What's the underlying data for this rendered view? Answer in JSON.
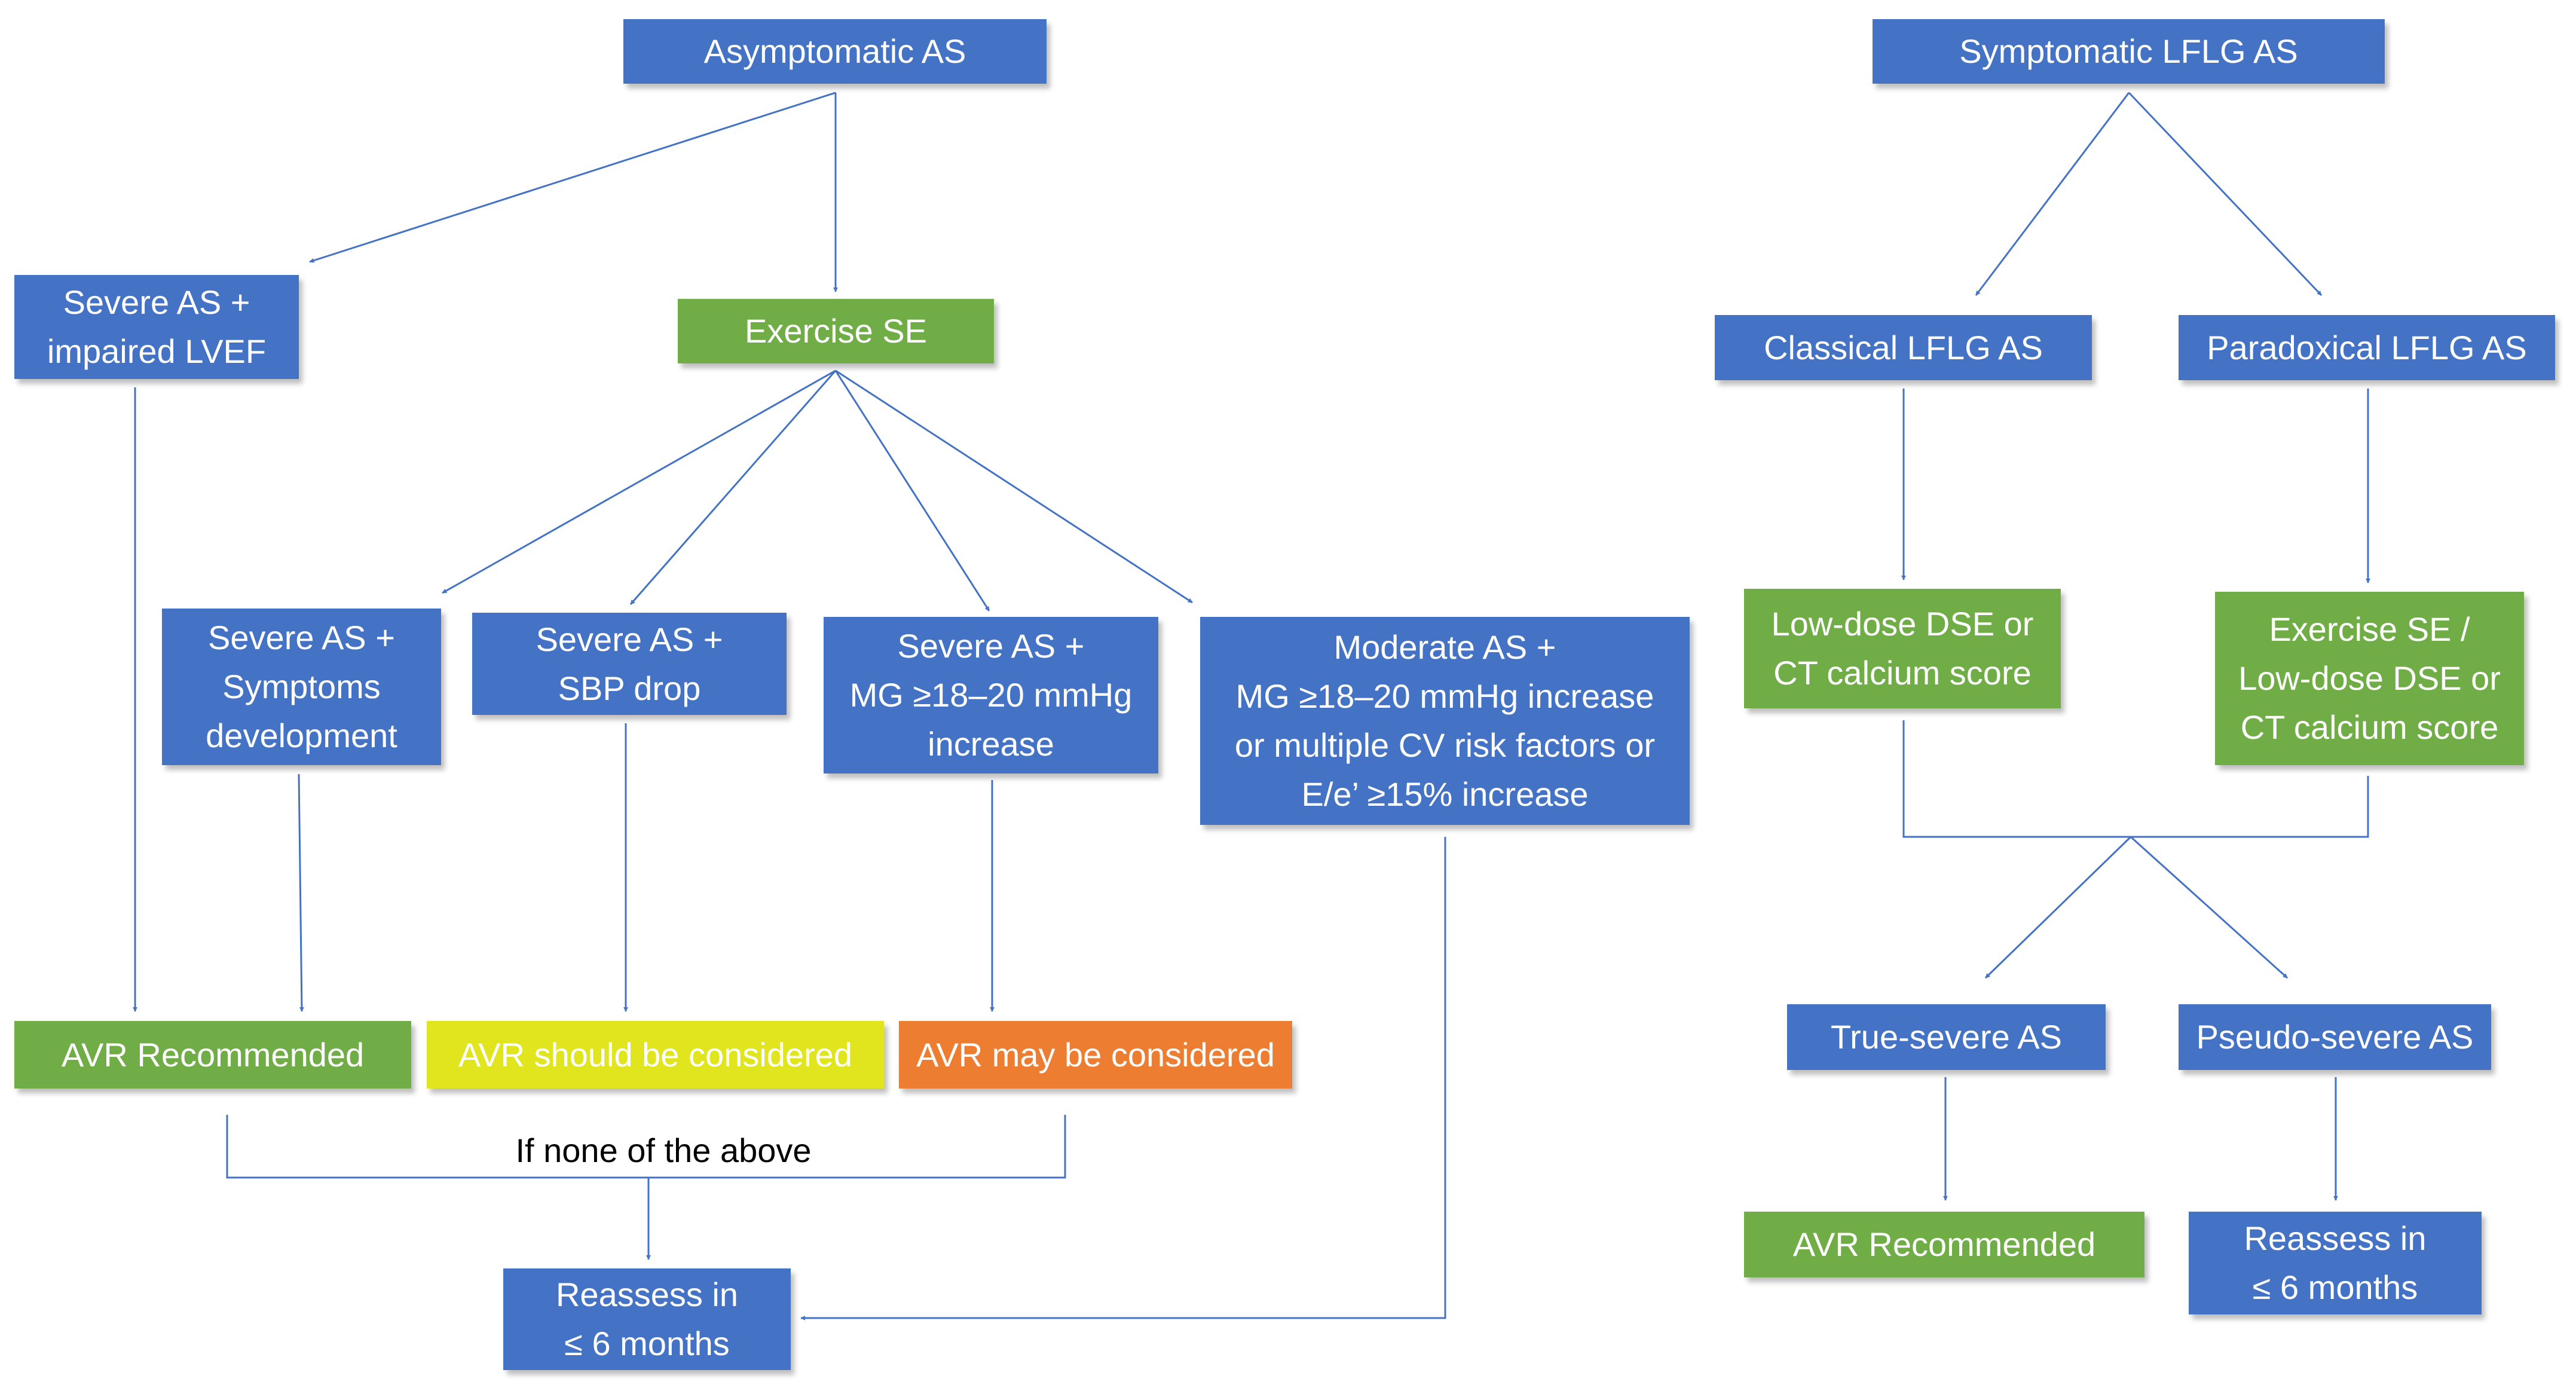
{
  "colors": {
    "blue": "#4472C4",
    "green": "#70AD47",
    "yellow": "#E1E51D",
    "orange": "#ED7D31",
    "connector": "#4472C4"
  },
  "left": {
    "root": "Asymptomatic AS",
    "severe_lvef": "Severe AS +\nimpaired LVEF",
    "exercise_se": "Exercise SE",
    "severe_symptoms": "Severe AS +\nSymptoms\ndevelopment",
    "severe_sbp": "Severe AS +\nSBP drop",
    "severe_mg": "Severe AS +\nMG ≥18–20 mmHg\nincrease",
    "moderate": "Moderate AS +\nMG ≥18–20 mmHg increase\nor multiple CV risk factors or\nE/e’ ≥15% increase",
    "avr_recommended": "AVR Recommended",
    "avr_should": "AVR should be considered",
    "avr_may": "AVR may be considered",
    "if_none": "If none of the above",
    "reassess": "Reassess in\n≤ 6 months"
  },
  "right": {
    "root": "Symptomatic LFLG AS",
    "classical": "Classical  LFLG AS",
    "paradoxical": "Paradoxical  LFLG AS",
    "low_dose": "Low-dose DSE or\nCT calcium score",
    "exercise_low_dose": "Exercise SE /\nLow-dose DSE or\nCT calcium score",
    "true_severe": "True-severe AS",
    "pseudo_severe": "Pseudo-severe AS",
    "avr_recommended": "AVR Recommended",
    "reassess": "Reassess in\n≤ 6 months"
  }
}
